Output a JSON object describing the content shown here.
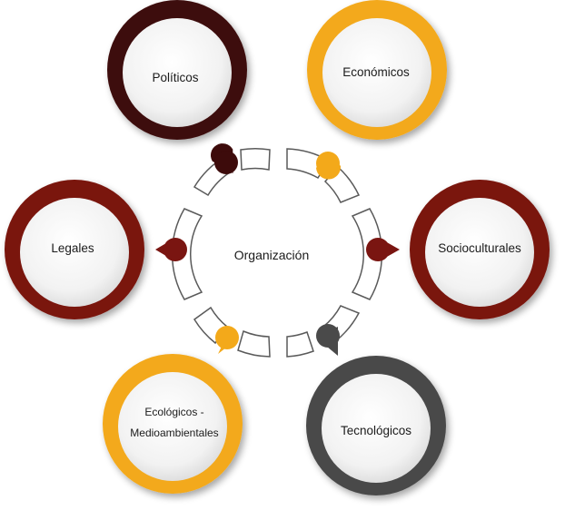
{
  "diagram": {
    "center": {
      "label": "Organización"
    },
    "nodes": [
      {
        "id": "politicos",
        "lines": [
          "Políticos"
        ],
        "ring_color": "#3d0b0b",
        "ring_shade": "#220303"
      },
      {
        "id": "economicos",
        "lines": [
          "Económicos"
        ],
        "ring_color": "#f3a91a",
        "ring_shade": "#d08a08"
      },
      {
        "id": "legales",
        "lines": [
          "Legales"
        ],
        "ring_color": "#7a1511",
        "ring_shade": "#560c08"
      },
      {
        "id": "socioculturales",
        "lines": [
          "Socioculturales"
        ],
        "ring_color": "#7a1511",
        "ring_shade": "#560c08"
      },
      {
        "id": "ecologicos",
        "lines": [
          "Ecológicos -",
          "Medioambientales"
        ],
        "ring_color": "#f3a91a",
        "ring_shade": "#d08a08"
      },
      {
        "id": "tecnologicos",
        "lines": [
          "Tecnológicos"
        ],
        "ring_color": "#4a4a4a",
        "ring_shade": "#2f2f2f"
      }
    ],
    "connector_color": "#555555"
  }
}
